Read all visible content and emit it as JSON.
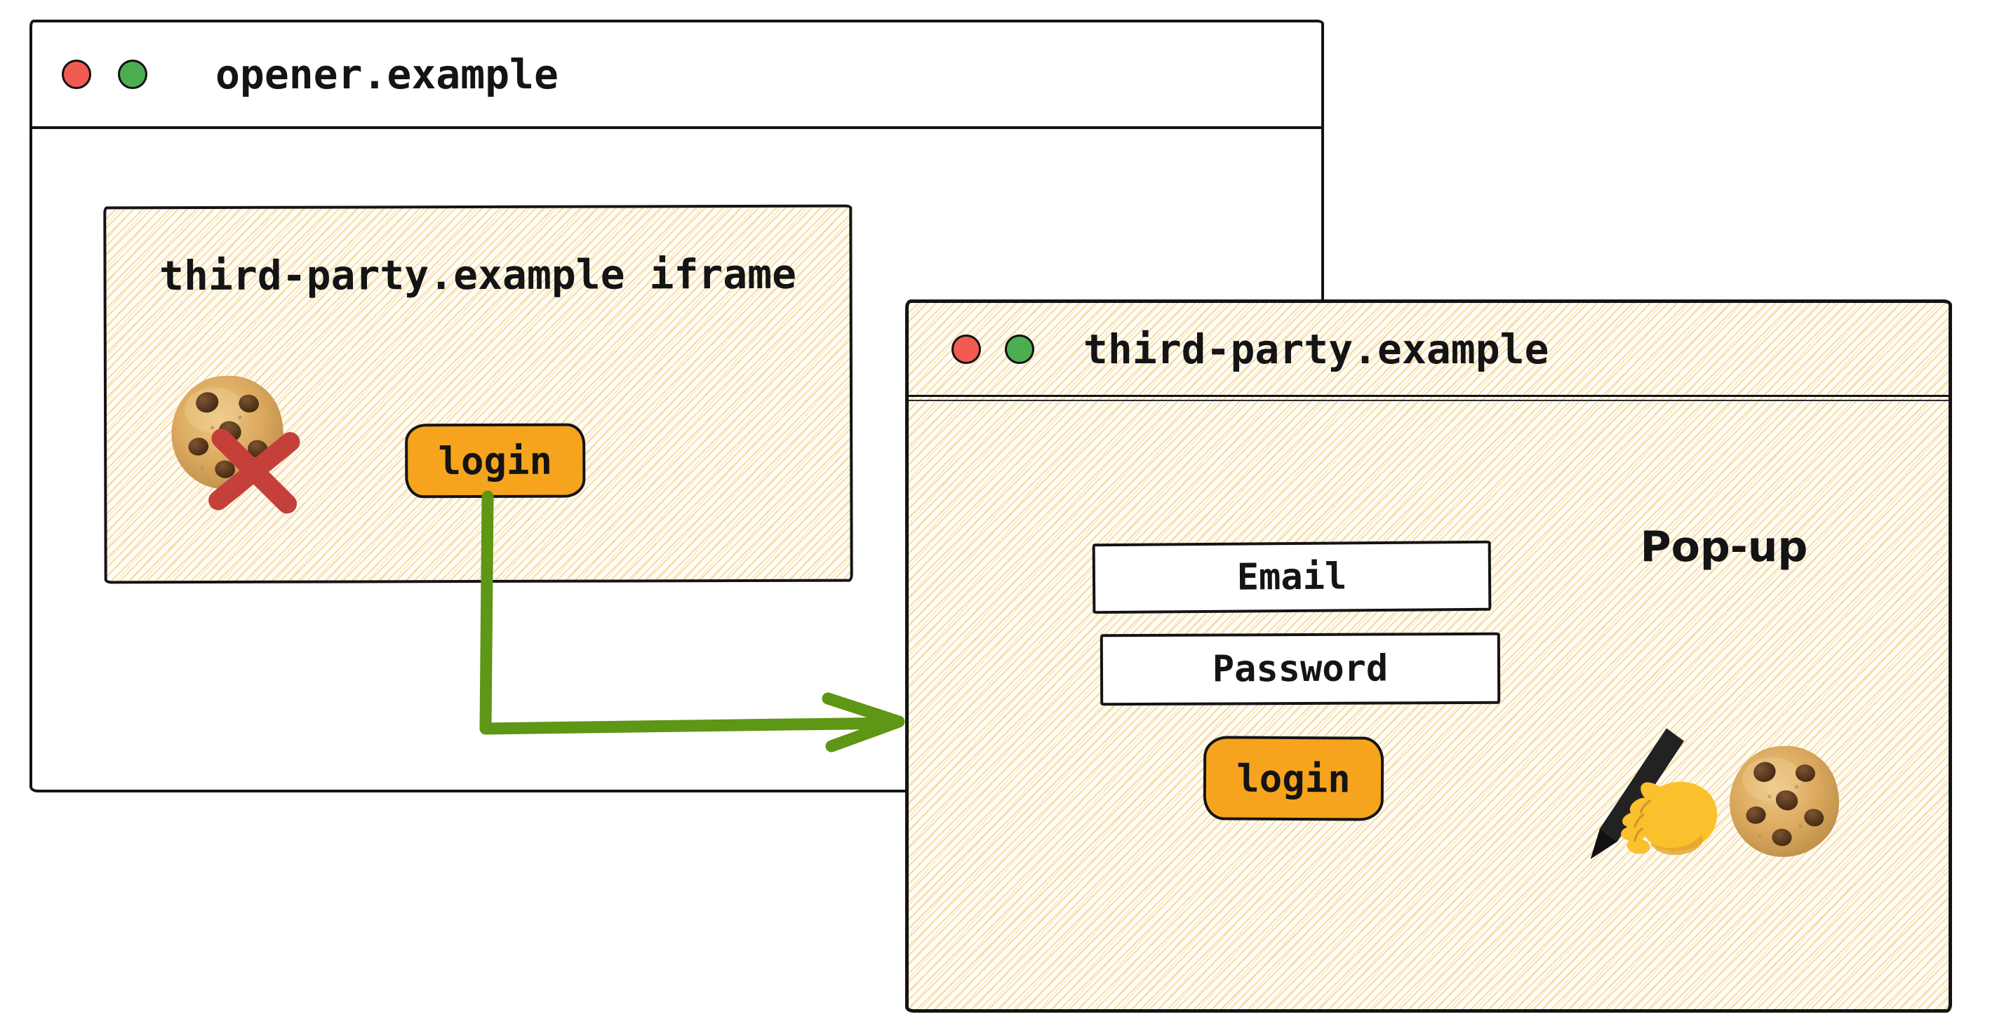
{
  "opener": {
    "title": "opener.example"
  },
  "iframe": {
    "label": "third-party.example iframe",
    "login_label": "login"
  },
  "popup": {
    "title": "third-party.example",
    "annotation": "Pop-up",
    "email_label": "Email",
    "password_label": "Password",
    "login_label": "login"
  },
  "icons": {
    "traffic_lights": [
      "red-dot",
      "green-dot"
    ],
    "blocked_cookie": "cookie-emoji-with-red-x",
    "cookie": "cookie-emoji",
    "writing_hand": "writing-hand-emoji",
    "arrow": "green-elbow-arrow-from-iframe-login-to-popup"
  },
  "colors": {
    "button_orange": "#F6A41E",
    "arrow_green": "#5E9615",
    "x_red": "#C5403A",
    "dot_red": "#F15B51",
    "dot_green": "#4CAE51",
    "hatch_line": "#F2CD7D",
    "ink": "#141414",
    "paper": "#FFFFFF"
  }
}
